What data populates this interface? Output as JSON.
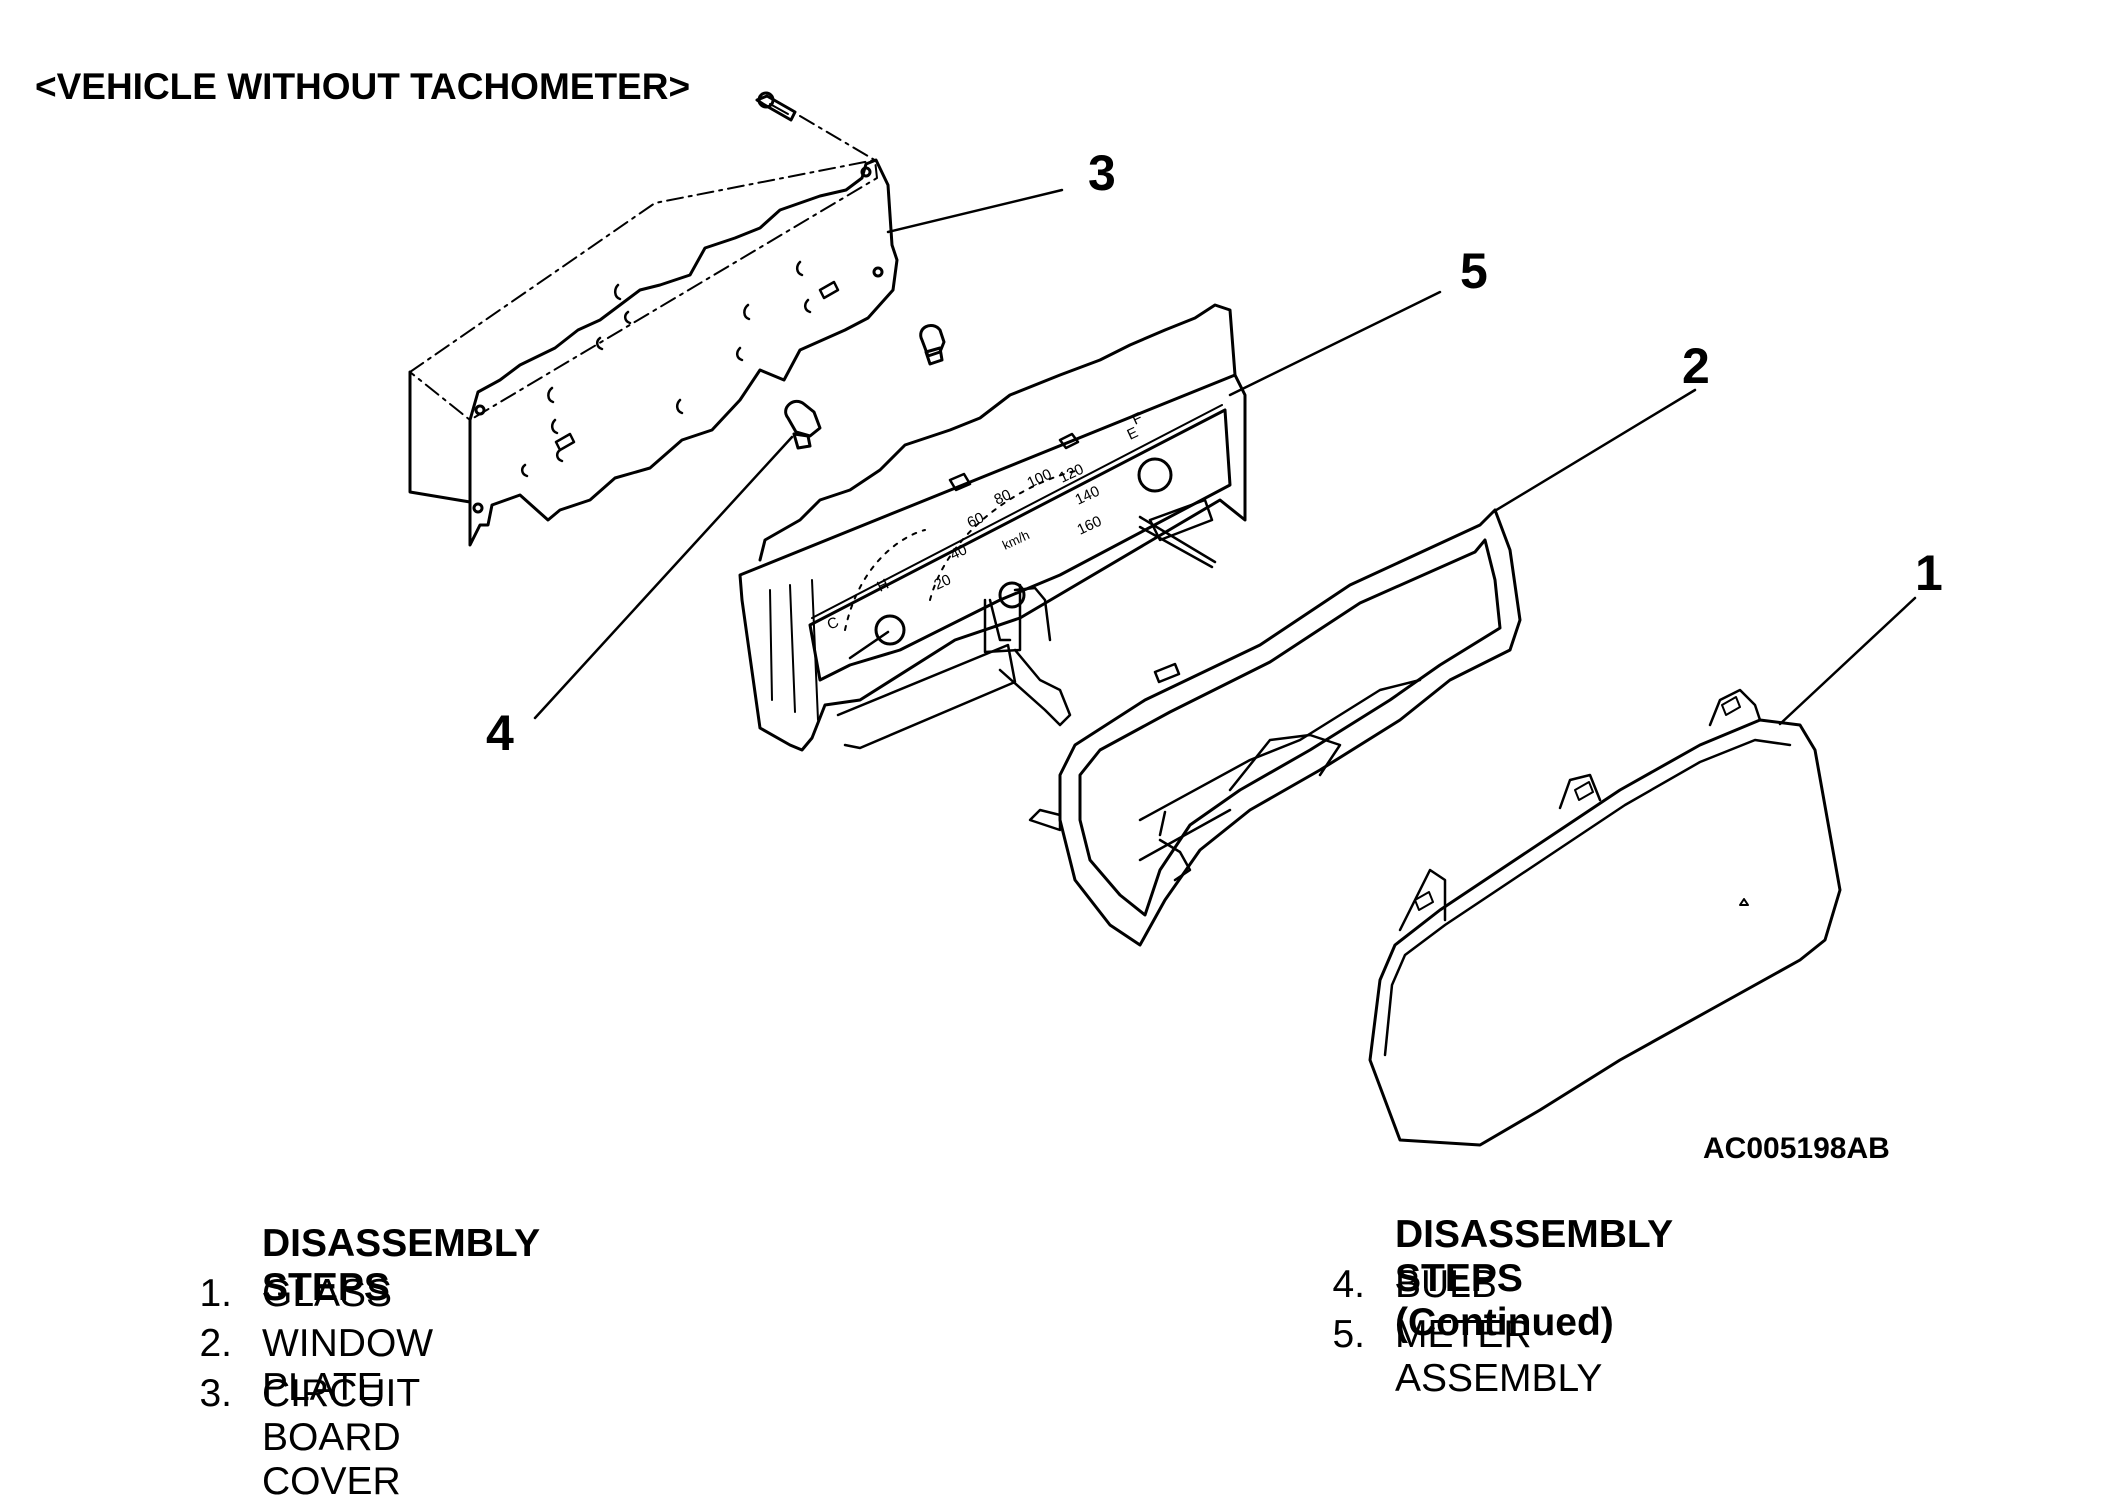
{
  "diagram": {
    "title": "<VEHICLE WITHOUT TACHOMETER>",
    "figure_code": "AC005198AB",
    "callouts": [
      "1",
      "2",
      "3",
      "4",
      "5"
    ],
    "dial_text": [
      "20",
      "40",
      "60",
      "80",
      "100",
      "120",
      "140",
      "160",
      "km/h",
      "H",
      "C",
      "E",
      "F"
    ]
  },
  "steps_left": {
    "heading": "DISASSEMBLY STEPS",
    "items": [
      {
        "num": "1.",
        "label": "GLASS"
      },
      {
        "num": "2.",
        "label": "WINDOW PLATE"
      },
      {
        "num": "3.",
        "label": "CIRCUIT BOARD COVER"
      }
    ]
  },
  "steps_right": {
    "heading": "DISASSEMBLY STEPS (Continued)",
    "items": [
      {
        "num": "4.",
        "label": "BULB"
      },
      {
        "num": "5.",
        "label": "METER ASSEMBLY"
      }
    ]
  }
}
